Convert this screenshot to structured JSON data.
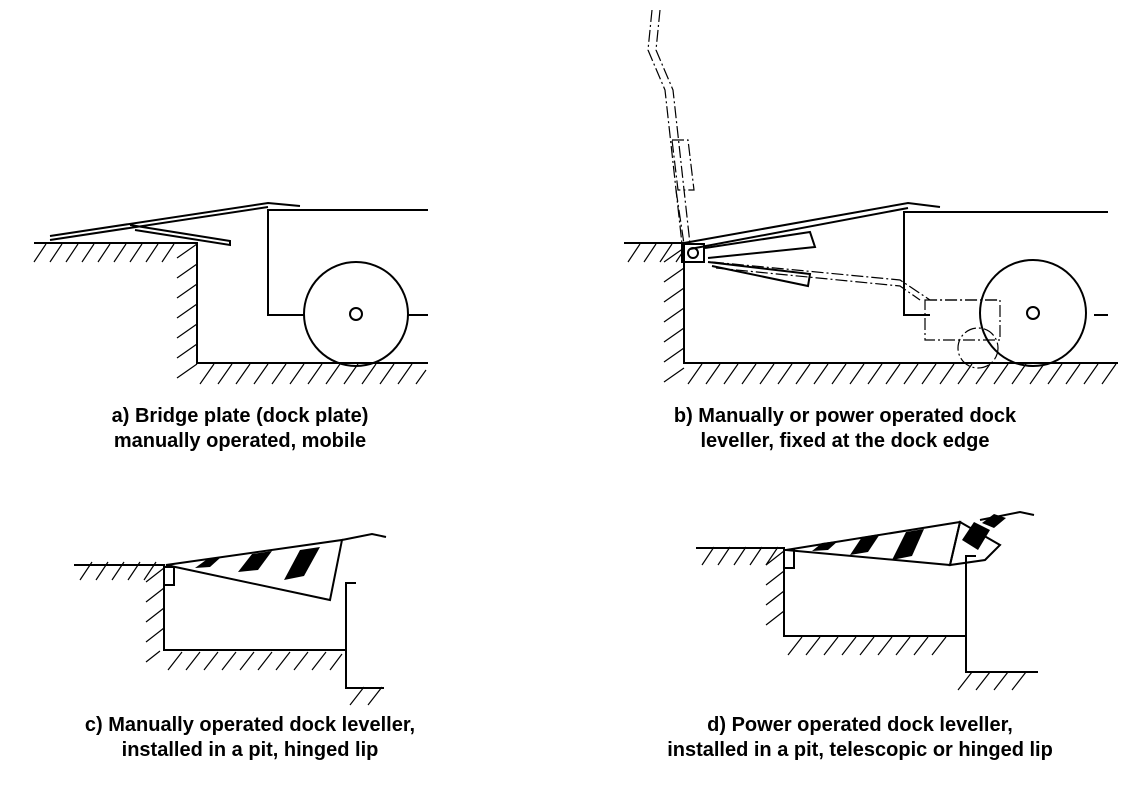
{
  "captions": {
    "a": {
      "line1": "a)    Bridge plate (dock plate)",
      "line2": "manually operated, mobile"
    },
    "b": {
      "line1": "b)   Manually or power operated dock",
      "line2": "leveller, fixed at the dock edge"
    },
    "c": {
      "line1": "c)   Manually operated dock leveller,",
      "line2": "installed in a pit, hinged lip"
    },
    "d": {
      "line1": "d)   Power operated dock leveller,",
      "line2": "installed in a pit, telescopic or hinged lip"
    }
  }
}
